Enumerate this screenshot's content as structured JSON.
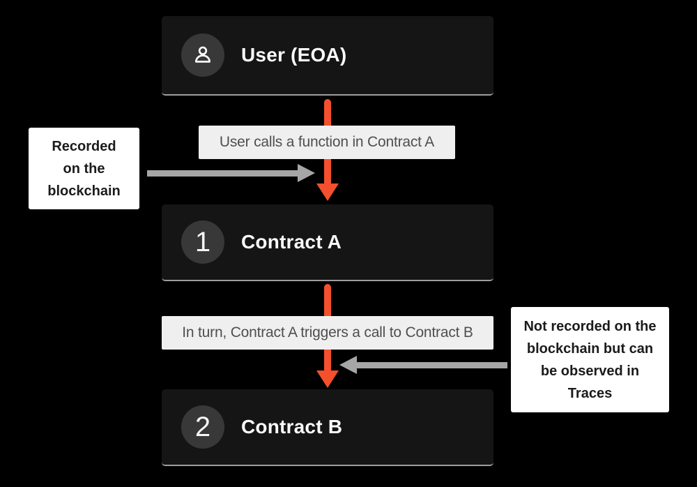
{
  "palette": {
    "background": "#000000",
    "card_bg": "#151515",
    "card_edge": "#9e9e9e",
    "badge_bg": "#383838",
    "accent_orange": "#f4502e",
    "arrow_gray": "#a6a6a6",
    "label_bg": "#efefef",
    "label_text": "#4f4f4f",
    "note_bg": "#ffffff",
    "note_border": "#000000"
  },
  "nodes": {
    "user": {
      "title": "User (EOA)",
      "icon": "user-icon"
    },
    "contract_a": {
      "badge": "1",
      "title": "Contract A"
    },
    "contract_b": {
      "badge": "2",
      "title": "Contract B"
    }
  },
  "flow_labels": {
    "call1": "User calls a function in Contract A",
    "call2": "In turn, Contract A triggers a call to Contract B"
  },
  "annotations": {
    "left": "Recorded\non the\nblockchain",
    "right": "Not recorded on the\nblockchain but can\nbe observed in\nTraces"
  }
}
